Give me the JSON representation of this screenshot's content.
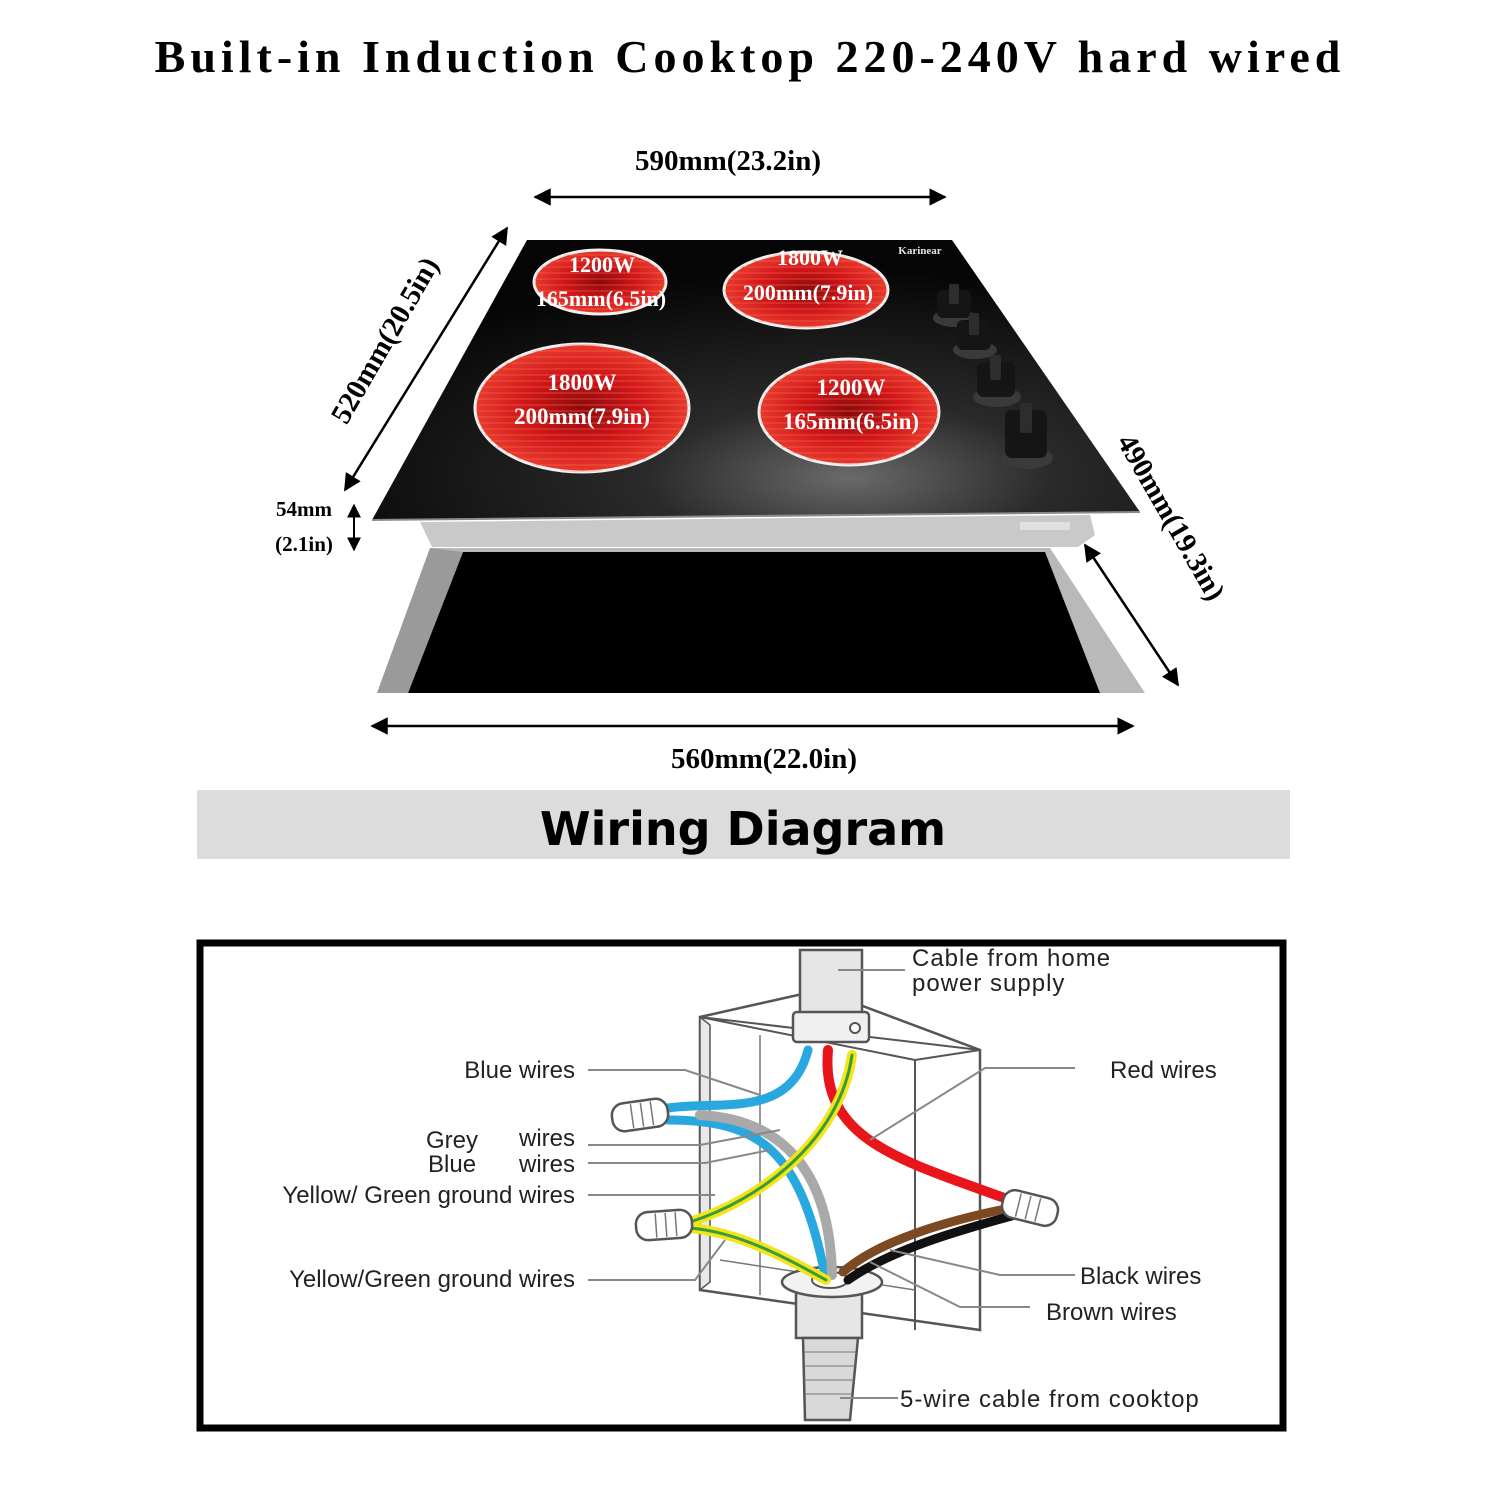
{
  "title": "Built-in Induction Cooktop 220-240V hard wired",
  "dimensions": {
    "top_width": "590mm(23.2in)",
    "depth": "520mm(20.5in)",
    "height_mm": "54mm",
    "height_in": "(2.1in)",
    "cutout_depth": "490mm(19.3in)",
    "cutout_width": "560mm(22.0in)"
  },
  "brand": "Karinear",
  "burners": [
    {
      "power": "1200W",
      "size": "165mm(6.5in)",
      "position": "rear-left"
    },
    {
      "power": "1800W",
      "size": "200mm(7.9in)",
      "position": "rear-right"
    },
    {
      "power": "1800W",
      "size": "200mm(7.9in)",
      "position": "front-left"
    },
    {
      "power": "1200W",
      "size": "165mm(6.5in)",
      "position": "front-right"
    }
  ],
  "knob_count": 4,
  "wiring": {
    "banner": "Wiring Diagram",
    "labels": {
      "supply": [
        "Cable from home",
        "power supply"
      ],
      "blue_1": "Blue  wires",
      "grey": [
        "Grey",
        "wires"
      ],
      "blue_2": [
        "Blue",
        "wires"
      ],
      "yg_1": "Yellow/ Green ground wires",
      "yg_2": "Yellow/Green  ground wires",
      "red": "Red wires",
      "black": "Black wires",
      "brown": "Brown wires",
      "cooktop": "5-wire cable from cooktop"
    }
  },
  "colors": {
    "burner_red": "#d0161a",
    "wire_blue": "#29a8e0",
    "wire_red": "#e8161b",
    "wire_grey": "#a9a9a9",
    "wire_yellow": "#f2e51a",
    "wire_green": "#3c9a3c",
    "wire_brown": "#7b4a22",
    "wire_black": "#111111",
    "banner_bg": "#dcdcdc"
  }
}
